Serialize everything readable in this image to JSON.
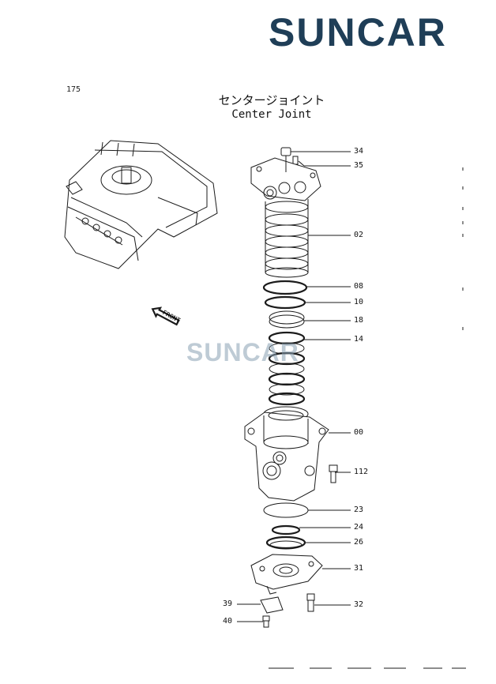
{
  "logo": {
    "text": "SUNCAR",
    "color": "#1f3e57"
  },
  "page_number": "175",
  "title": {
    "japanese": "センタージョイント",
    "english": "Center Joint"
  },
  "watermark": "SUNCAR",
  "front_marker": "FRONT",
  "parts": [
    {
      "id": "34"
    },
    {
      "id": "35"
    },
    {
      "id": "02"
    },
    {
      "id": "08"
    },
    {
      "id": "10"
    },
    {
      "id": "18"
    },
    {
      "id": "14"
    },
    {
      "id": "00"
    },
    {
      "id": "112"
    },
    {
      "id": "23"
    },
    {
      "id": "24"
    },
    {
      "id": "26"
    },
    {
      "id": "31"
    },
    {
      "id": "39"
    },
    {
      "id": "32"
    },
    {
      "id": "40"
    }
  ]
}
